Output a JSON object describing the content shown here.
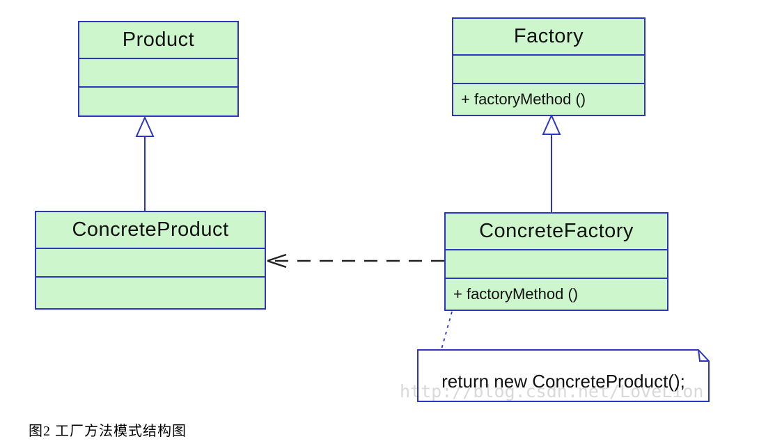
{
  "diagram": {
    "type": "uml-class-diagram",
    "pattern": "Factory Method",
    "classes": [
      {
        "id": "product",
        "name": "Product",
        "attributes": "",
        "operations": ""
      },
      {
        "id": "factory",
        "name": "Factory",
        "attributes": "",
        "operations": "+ factoryMethod ()"
      },
      {
        "id": "concrete-product",
        "name": "ConcreteProduct",
        "attributes": "",
        "operations": ""
      },
      {
        "id": "concrete-factory",
        "name": "ConcreteFactory",
        "attributes": "",
        "operations": "+ factoryMethod ()"
      }
    ],
    "relationships": [
      {
        "type": "generalization",
        "from": "ConcreteProduct",
        "to": "Product"
      },
      {
        "type": "generalization",
        "from": "ConcreteFactory",
        "to": "Factory"
      },
      {
        "type": "dependency",
        "from": "ConcreteFactory",
        "to": "ConcreteProduct"
      }
    ],
    "note": {
      "text": "return new ConcreteProduct();",
      "attached_to": "ConcreteFactory"
    },
    "watermark": "http://blog.csdn.net/LoveLion",
    "caption": "图2 工厂方法模式结构图",
    "colors": {
      "class_fill": "#cdf6cd",
      "class_border": "#2c34c4",
      "class_text": "#111111",
      "dependency_line": "#222222",
      "note_fill": "#ffffff",
      "note_border": "#2c34c4",
      "watermark_text": "#d9d9d9",
      "background": "#ffffff"
    }
  }
}
